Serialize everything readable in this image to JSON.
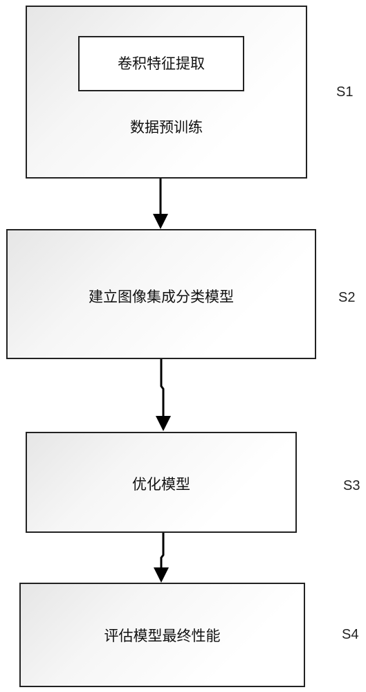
{
  "steps": [
    {
      "id": "S1",
      "title": "数据预训练",
      "sub": "卷积特征提取"
    },
    {
      "id": "S2",
      "title": "建立图像集成分类模型"
    },
    {
      "id": "S3",
      "title": "优化模型"
    },
    {
      "id": "S4",
      "title": "评估模型最终性能"
    }
  ]
}
